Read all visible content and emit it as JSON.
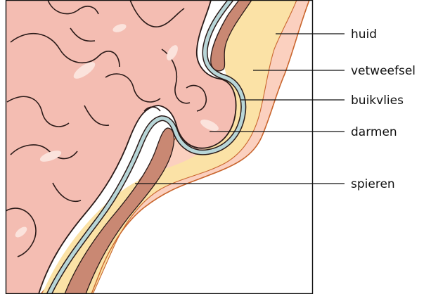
{
  "diagram": {
    "labels": {
      "skin": "huid",
      "fat": "vetweefsel",
      "peritoneum": "buikvlies",
      "intestines": "darmen",
      "muscles": "spieren"
    },
    "colors": {
      "intestine": "#f4bdb2",
      "intestine_outline": "#2a1a18",
      "highlight": "#fbe3dc",
      "peritoneum": "#b8d6d8",
      "muscle": "#c98873",
      "fat": "#fbe2a6",
      "skin": "#fbd0bf",
      "skin_edge": "#c9662e",
      "frame": "#111111",
      "leader": "#111111"
    }
  }
}
